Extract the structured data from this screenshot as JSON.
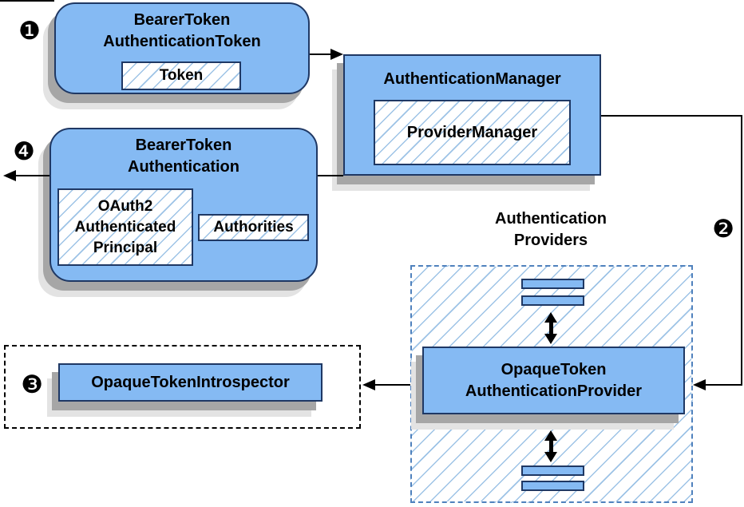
{
  "colors": {
    "box_fill": "#85BAF3",
    "box_border": "#1F3864",
    "hatch_line": "#9DC3E6",
    "providers_dashed_border": "#4F81BD",
    "shadow_dark": "#A6A6A6",
    "shadow_light": "#E3E3E3",
    "connector": "#000000"
  },
  "steps": {
    "one": "❶",
    "two": "❷",
    "three": "❸",
    "four": "❹"
  },
  "token_box": {
    "title_line1": "BearerToken",
    "title_line2": "AuthenticationToken",
    "inner_label": "Token"
  },
  "auth_manager": {
    "title": "AuthenticationManager",
    "inner_label": "ProviderManager"
  },
  "bearer_authentication": {
    "title_line1": "BearerToken",
    "title_line2": "Authentication",
    "principal_line1": "OAuth2",
    "principal_line2": "Authenticated",
    "principal_line3": "Principal",
    "authorities_label": "Authorities"
  },
  "introspector": {
    "title": "OpaqueTokenIntrospector"
  },
  "providers": {
    "label_line1": "Authentication",
    "label_line2": "Providers"
  },
  "provider_box": {
    "title_line1": "OpaqueToken",
    "title_line2": "AuthenticationProvider"
  }
}
